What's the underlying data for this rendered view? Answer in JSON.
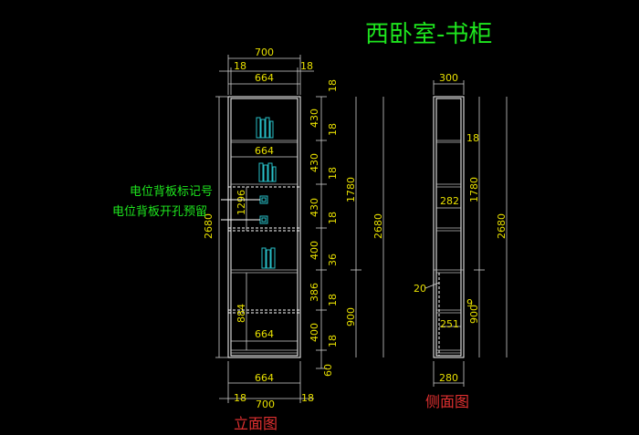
{
  "title": "西卧室-书柜",
  "views": {
    "front_label": "立面图",
    "side_label": "侧面图"
  },
  "annotations": {
    "marker": "电位背板标记号",
    "hole": "电位背板开孔预留"
  },
  "front": {
    "top_overall": "700",
    "top_inner": "664",
    "top_left_side": "18",
    "top_right_side": "18",
    "inner_width_2": "664",
    "inner_width_3": "664",
    "bottom_inner": "664",
    "bottom_overall": "700",
    "bottom_left_side": "18",
    "bottom_right_side": "18",
    "left_height": "2680",
    "mid_height": "1296",
    "low_height": "884",
    "right_segments": [
      "18",
      "430",
      "18",
      "430",
      "18",
      "430",
      "18",
      "400",
      "36",
      "386",
      "18",
      "400",
      "18",
      "60"
    ],
    "upper_height": "1780",
    "lower_height": "900",
    "total_height": "2680"
  },
  "side": {
    "top_depth": "300",
    "shelf_thk": "18",
    "inner_depth": "282",
    "left_gap": "20",
    "small_gap": "9",
    "lower_depth": "251",
    "bottom_depth": "280",
    "upper_height": "1780",
    "lower_height": "900",
    "total_height": "2680"
  }
}
